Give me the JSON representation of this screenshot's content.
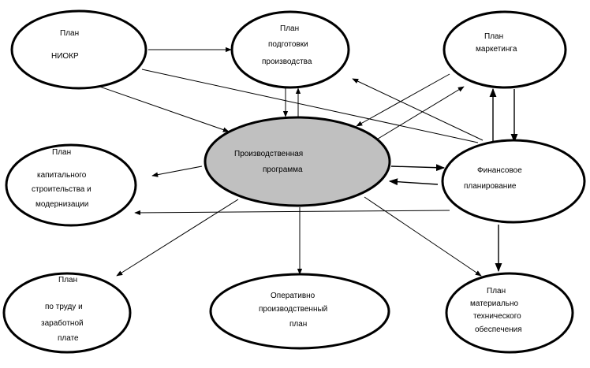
{
  "colors": {
    "node_fill": "#ffffff",
    "center_fill": "#c0c0c0",
    "stroke": "#000000"
  },
  "nodes": {
    "niokr": {
      "line1": "План",
      "line2": "НИОКР"
    },
    "production_prep": {
      "line1": "План",
      "line2": "подготовки",
      "line3": "производства"
    },
    "marketing": {
      "line1": "План",
      "line2": "маркетинга"
    },
    "production_program": {
      "line1": "Производственная",
      "line2": "программа"
    },
    "capital_construction": {
      "line1": "План",
      "line2": "капитального",
      "line3": "строительства и",
      "line4": "модернизации"
    },
    "financial_planning": {
      "line1": "Финансовое",
      "line2": "планирование"
    },
    "labor_wages": {
      "line1": "План",
      "line2": "по труду и",
      "line3": "заработной",
      "line4": "плате"
    },
    "operational_production": {
      "line1": "Оперативно",
      "line2": "производственный",
      "line3": "план"
    },
    "material_supply": {
      "line1": "План",
      "line2": "материально",
      "line3": "технического",
      "line4": "обеспечения"
    }
  }
}
